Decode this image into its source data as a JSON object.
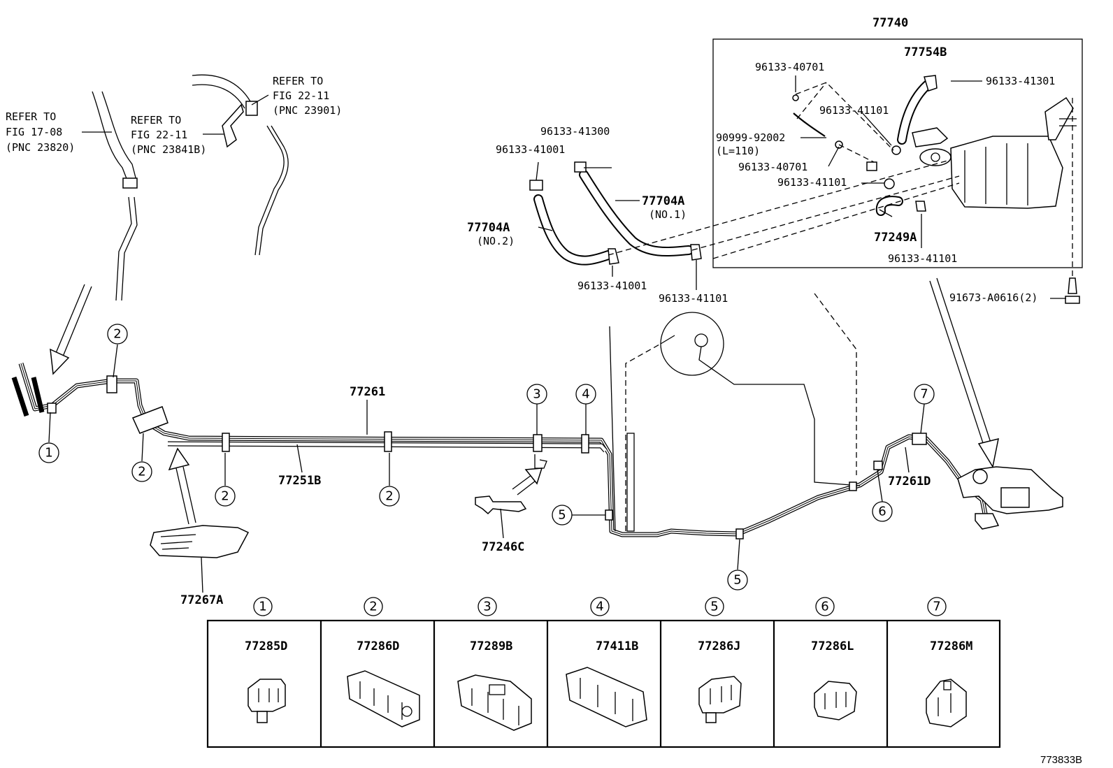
{
  "refs": {
    "ref1": [
      "REFER TO",
      "FIG 17-08",
      "(PNC 23820)"
    ],
    "ref2": [
      "REFER TO",
      "FIG 22-11",
      "(PNC 23841B)"
    ],
    "ref3": [
      "REFER TO",
      "FIG 22-11",
      "(PNC 23901)"
    ]
  },
  "parts": {
    "p77740": "77740",
    "p77754B": "77754B",
    "p96133_40701_a": "96133-40701",
    "p96133_41301": "96133-41301",
    "p96133_41101_a": "96133-41101",
    "p90999_92002": "90999-92002",
    "p90999_len": "(L=110)",
    "p96133_40701_b": "96133-40701",
    "p96133_41101_b": "96133-41101",
    "p77249A": "77249A",
    "p96133_41101_c": "96133-41101",
    "p91673": "91673-A0616(2)",
    "p96133_41300": "96133-41300",
    "p96133_41001_a": "96133-41001",
    "p77704A_1": "77704A",
    "p77704A_1_sub": "(NO.1)",
    "p77704A_2": "77704A",
    "p77704A_2_sub": "(NO.2)",
    "p96133_41001_b": "96133-41001",
    "p96133_41101_d": "96133-41101",
    "p77261": "77261",
    "p77251B": "77251B",
    "p77246C": "77246C",
    "p77267A": "77267A",
    "p77261D": "77261D"
  },
  "callouts": [
    "1",
    "2",
    "3",
    "4",
    "5",
    "6",
    "7"
  ],
  "clip_table": [
    {
      "num": "1",
      "part": "77285D"
    },
    {
      "num": "2",
      "part": "77286D"
    },
    {
      "num": "3",
      "part": "77289B"
    },
    {
      "num": "4",
      "part": "77411B"
    },
    {
      "num": "5",
      "part": "77286J"
    },
    {
      "num": "6",
      "part": "77286L"
    },
    {
      "num": "7",
      "part": "77286M"
    }
  ],
  "figure_id": "773833B"
}
